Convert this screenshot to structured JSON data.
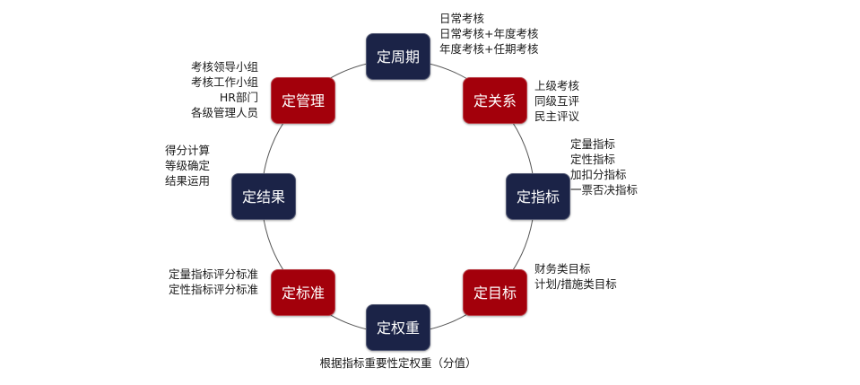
{
  "colors": {
    "dark_navy": "#1b2347",
    "dark_red": "#a3000b",
    "circle_stroke": "#555555"
  },
  "nodes": [
    {
      "id": "cycle",
      "label": "定周期",
      "color": "#1b2347",
      "notes": [
        "日常考核",
        "日常考核+年度考核",
        "年度考核+任期考核"
      ]
    },
    {
      "id": "relation",
      "label": "定关系",
      "color": "#a3000b",
      "notes": [
        "上级考核",
        "同级互评",
        "民主评议"
      ]
    },
    {
      "id": "indicator",
      "label": "定指标",
      "color": "#1b2347",
      "notes": [
        "定量指标",
        "定性指标",
        "加扣分指标",
        "一票否决指标"
      ]
    },
    {
      "id": "target",
      "label": "定目标",
      "color": "#a3000b",
      "notes": [
        "财务类目标",
        "计划/措施类目标"
      ]
    },
    {
      "id": "weight",
      "label": "定权重",
      "color": "#1b2347",
      "notes": [
        "根据指标重要性定权重（分值）"
      ]
    },
    {
      "id": "standard",
      "label": "定标准",
      "color": "#a3000b",
      "notes": [
        "定量指标评分标准",
        "定性指标评分标准"
      ]
    },
    {
      "id": "result",
      "label": "定结果",
      "color": "#1b2347",
      "notes": [
        "得分计算",
        "等级确定",
        "结果运用"
      ]
    },
    {
      "id": "management",
      "label": "定管理",
      "color": "#a3000b",
      "notes": [
        "考核领导小组",
        "考核工作小组",
        "HR部门",
        "各级管理人员"
      ]
    }
  ]
}
